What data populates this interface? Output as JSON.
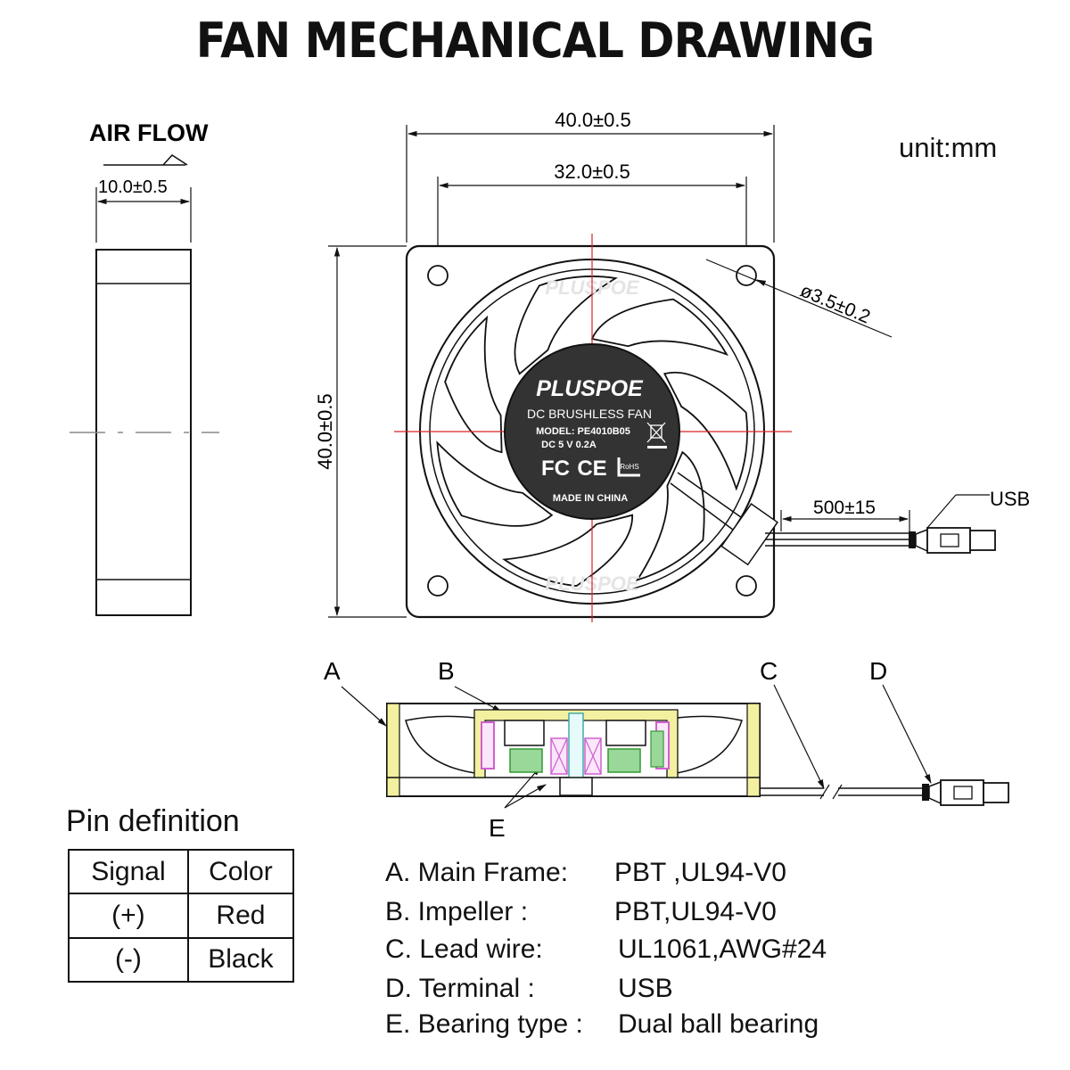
{
  "title": "FAN MECHANICAL DRAWING",
  "unit": "unit:mm",
  "side_view": {
    "air_flow": "AIR FLOW",
    "thickness": "10.0±0.5"
  },
  "front_view": {
    "width": "40.0±0.5",
    "hole_spacing": "32.0±0.5",
    "height": "40.0±0.5",
    "hole_diameter": "ø3.5±0.2",
    "cable_length": "500±15",
    "connector": "USB"
  },
  "hub_label": {
    "brand": "PLUSPOE",
    "watermark": "PLUSPOE",
    "product": "DC BRUSHLESS FAN",
    "model": "MODEL: PE4010B05",
    "rating": "DC 5 V 0.2A",
    "origin": "MADE IN CHINA",
    "cert_marks": [
      "FC",
      "CE",
      "RoHS"
    ]
  },
  "section_view": {
    "callouts": [
      "A",
      "B",
      "C",
      "D",
      "E"
    ]
  },
  "pin_definition": {
    "title": "Pin definition",
    "headers": [
      "Signal",
      "Color"
    ],
    "rows": [
      [
        "(+)",
        "Red"
      ],
      [
        "(-)",
        "Black"
      ]
    ]
  },
  "specs": [
    {
      "label": "A.  Main Frame:",
      "value": "PBT ,UL94-V0"
    },
    {
      "label": "B.  Impeller :",
      "value": "PBT,UL94-V0"
    },
    {
      "label": "C.  Lead wire:",
      "value": "UL1061,AWG#24"
    },
    {
      "label": "D. Terminal :",
      "value": "USB"
    },
    {
      "label": "E.  Bearing type :",
      "value": "Dual ball bearing"
    }
  ],
  "colors": {
    "line": "#111111",
    "centerline": "#dd2222",
    "hub": "#333333",
    "frame_section": "#f3f0a0",
    "magnet": "#d060d0",
    "coil": "#66cc66",
    "shaft": "#66cccc"
  }
}
